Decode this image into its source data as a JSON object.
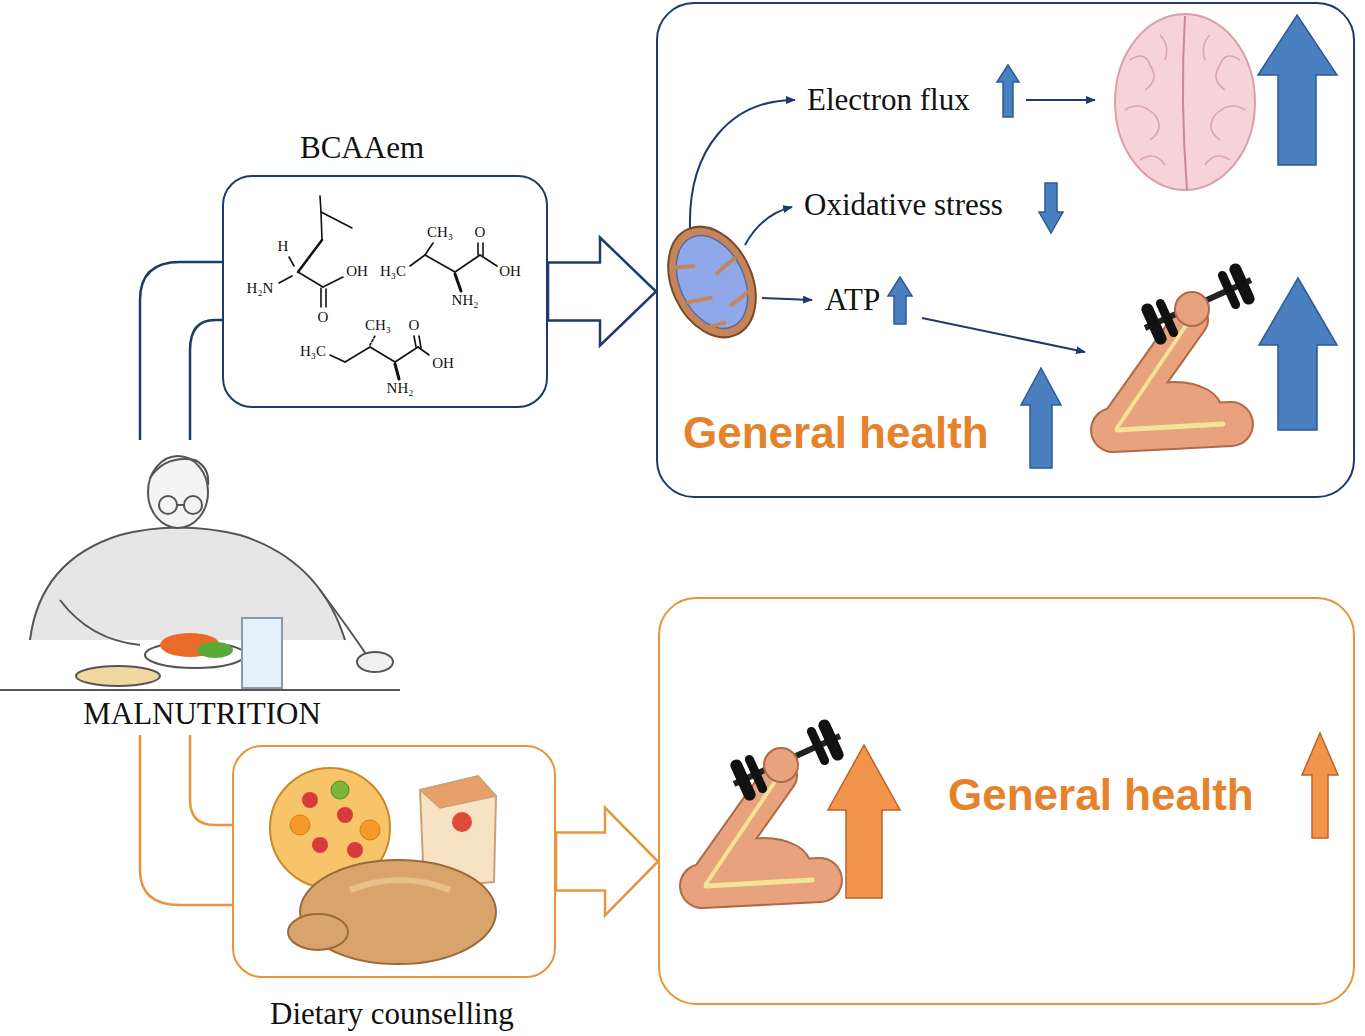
{
  "diagram": {
    "nodes": [
      {
        "text": [
          "BCAAem"
        ]
      },
      {
        "text": [
          "Electron flux",
          "Oxidative stress",
          "ATP",
          "General health"
        ]
      },
      {
        "text": [
          "Dietary counselling"
        ]
      },
      {
        "text": [
          "General health"
        ]
      }
    ],
    "edges": [
      {
        "from": 0,
        "to": 1,
        "arrow": "to"
      },
      {
        "from": 2,
        "to": 3,
        "arrow": "to"
      }
    ],
    "labels": [
      "MALNUTRITION",
      "H",
      "H₂N",
      "OH",
      "O",
      "CH₃",
      "O",
      "H₃C",
      "OH",
      "NH₂",
      "CH₃",
      "O",
      "H₃C",
      "OH",
      "NH₂"
    ]
  }
}
